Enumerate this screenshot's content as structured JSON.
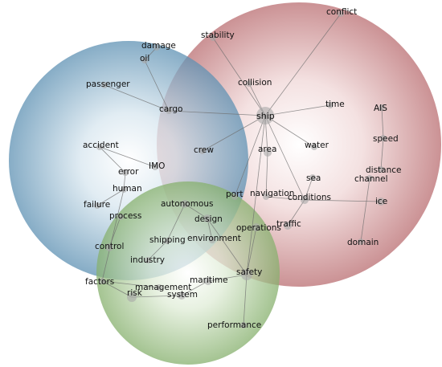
{
  "terms": {
    "ship": "ship",
    "conflict": "conflict",
    "stability": "stability",
    "collision": "collision",
    "time": "time",
    "ais": "AIS",
    "speed": "speed",
    "water": "water",
    "area": "area",
    "crew": "crew",
    "cargo": "cargo",
    "oil": "oil",
    "damage": "damage",
    "passenger": "passenger",
    "accident": "accident",
    "imo": "IMO",
    "error": "error",
    "human": "human",
    "failure": "failure",
    "process": "process",
    "autonomous": "autonomous",
    "port": "port",
    "navigation": "navigation",
    "conditions": "conditions",
    "sea": "sea",
    "channel": "channel",
    "distance": "distance",
    "ice": "ice",
    "design": "design",
    "environment": "environment",
    "operations": "operations",
    "traffic": "traffic",
    "domain": "domain",
    "shipping": "shipping",
    "control": "control",
    "industry": "industry",
    "factors": "factors",
    "safety": "safety",
    "maritime": "maritime",
    "management": "management",
    "risk": "risk",
    "system": "system",
    "performance": "performance"
  },
  "colors": {
    "red_cluster": "#c27f82",
    "blue_cluster": "#5e91b3",
    "green_cluster": "#86b06d",
    "edge": "#6f6f6f",
    "node": "#a8a8a8",
    "text": "#111111"
  }
}
